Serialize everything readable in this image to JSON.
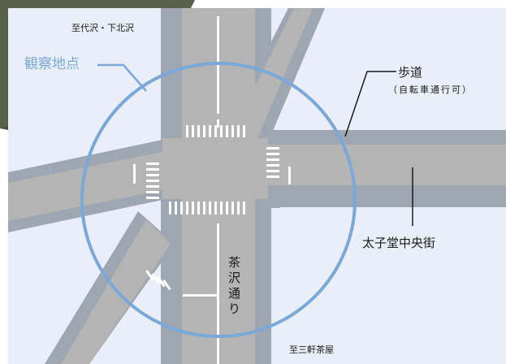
{
  "labels": {
    "to_daizawa": "至代沢・下北沢",
    "observation_point": "観察地点",
    "sidewalk": "歩道",
    "sidewalk_note": "（自転車通行可）",
    "street_taishido": "太子堂中央街",
    "street_chazawa_chars": [
      "茶",
      "沢",
      "通",
      "り"
    ],
    "to_sangenjaya": "至三軒茶屋"
  },
  "colors": {
    "background": "#e9eef8",
    "road": "#b4b4b4",
    "sidewalk": "#9ea6b2",
    "marking": "#ffffff",
    "circle": "#7aa8d8",
    "terrain": "#5a604c"
  }
}
